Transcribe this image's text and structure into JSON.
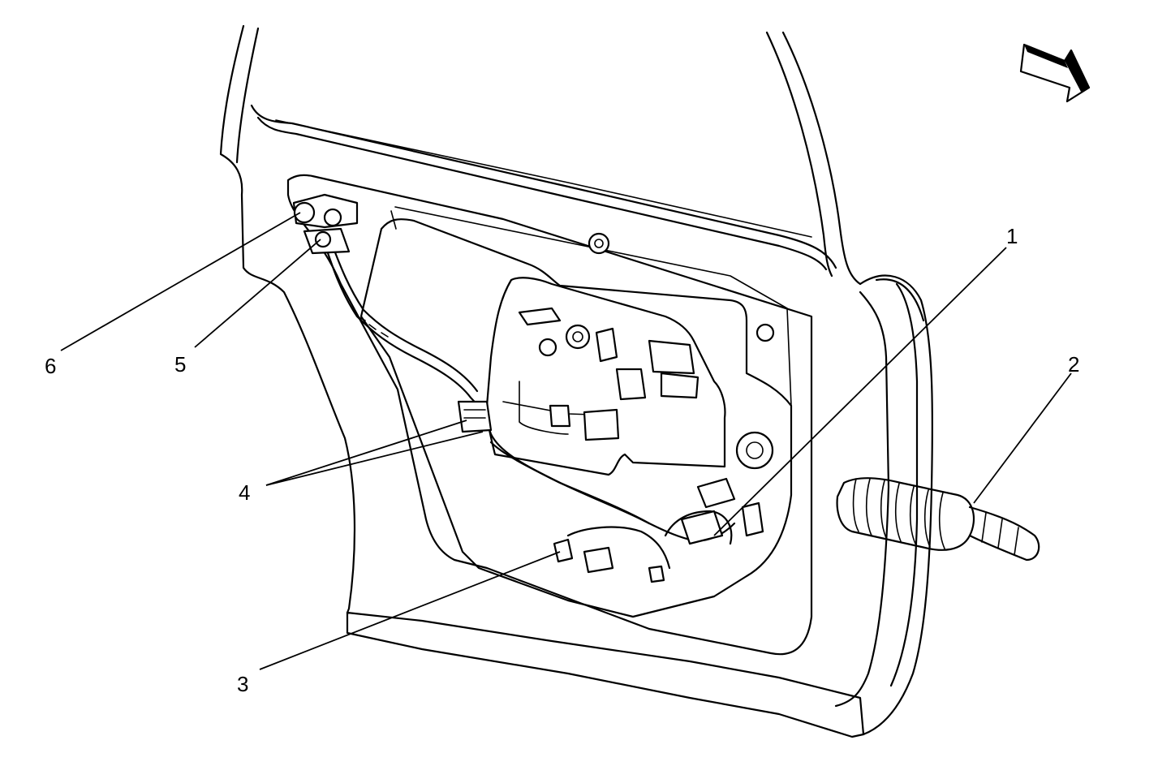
{
  "diagram": {
    "callouts": [
      {
        "id": "1",
        "label": "1"
      },
      {
        "id": "2",
        "label": "2"
      },
      {
        "id": "3",
        "label": "3"
      },
      {
        "id": "4",
        "label": "4"
      },
      {
        "id": "5",
        "label": "5"
      },
      {
        "id": "6",
        "label": "6"
      }
    ],
    "view_arrow_icon": "direction-arrow-icon",
    "colors": {
      "line": "#000000",
      "background": "#ffffff"
    }
  }
}
